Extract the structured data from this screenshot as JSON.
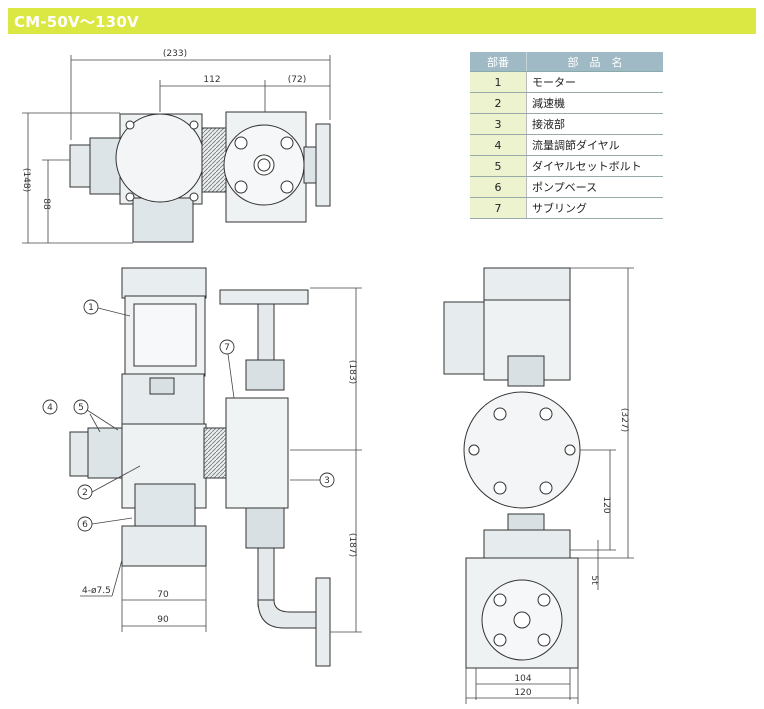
{
  "title": "CM-50V〜130V",
  "parts_table": {
    "headers": [
      "部番",
      "部　品　名"
    ],
    "rows": [
      {
        "no": "1",
        "name": "モーター"
      },
      {
        "no": "2",
        "name": "減速機"
      },
      {
        "no": "3",
        "name": "接液部"
      },
      {
        "no": "4",
        "name": "流量調節ダイヤル"
      },
      {
        "no": "5",
        "name": "ダイヤルセットボルト"
      },
      {
        "no": "6",
        "name": "ポンプベース"
      },
      {
        "no": "7",
        "name": "サブリング"
      }
    ]
  },
  "dimensions": {
    "top_overall": "(233)",
    "top_center": "112",
    "top_right": "(72)",
    "top_height": "(148)",
    "top_lower": "88",
    "front_upper": "(183)",
    "front_lower": "(187)",
    "base_inner": "70",
    "base_outer": "90",
    "bolt_holes": "4-ø7.5",
    "side_total": "(327)",
    "side_mid": "120",
    "side_thickness": "5t",
    "side_base_inner": "104",
    "side_base_outer": "120"
  },
  "callouts": [
    "1",
    "2",
    "3",
    "4",
    "5",
    "6",
    "7"
  ]
}
